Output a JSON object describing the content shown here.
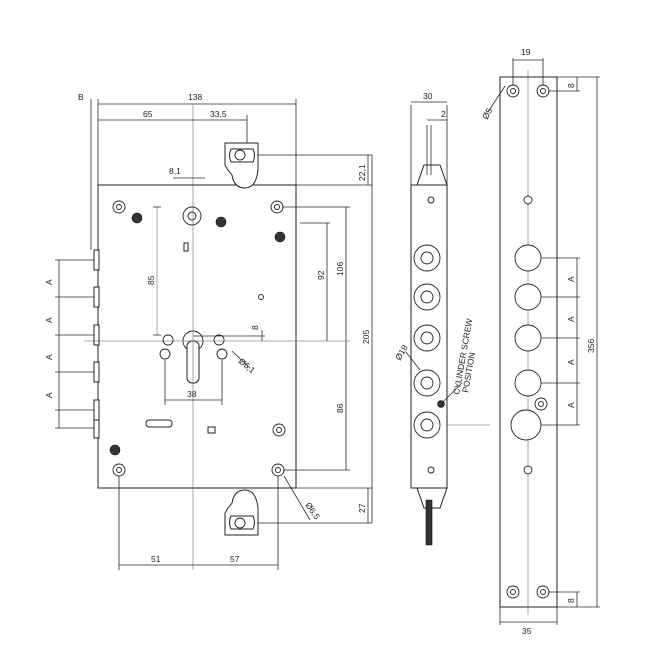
{
  "title": "",
  "labels": {
    "d_B": "B",
    "d_138": "138",
    "d_65": "65",
    "d_33_5": "33,5",
    "d_8_1": "8,1",
    "d_22_1": "22,1",
    "d_85": "85",
    "d_92": "92",
    "d_106": "106",
    "d_8": "8",
    "d_205": "205",
    "d_phi6_1": "Ø6,1",
    "d_38": "38",
    "d_86": "86",
    "d_phi6_5": "Ø6,5",
    "d_27": "27",
    "d_51": "51",
    "d_57": "57",
    "d_A": "A",
    "d_30": "30",
    "d_2": "2",
    "d_phi18": "Ø18",
    "cylinder_screw_line1": "CYLINDER SCREW",
    "cylinder_screw_line2": "POSITION",
    "d_19": "19",
    "d_phi5": "Ø5",
    "d_8_top": "8",
    "d_8_bottom": "8",
    "d_356": "356",
    "d_35": "35"
  }
}
